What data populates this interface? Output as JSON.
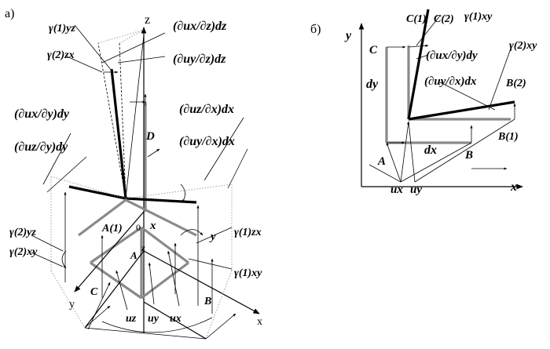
{
  "panel_a": {
    "tag": "а)",
    "labels": {
      "z_axis": "z",
      "x_axis": "x",
      "y_axis": "y",
      "x_small": "x",
      "y_small": "y",
      "z_small": "z",
      "origin": "0",
      "A": "A",
      "A1": "A(1)",
      "C": "C",
      "B": "B",
      "D": "D",
      "ux": "ux",
      "uy": "uy",
      "uz": "uz",
      "gamma1_yz": "γ(1)yz",
      "gamma2_zx": "γ(2)zx",
      "gamma2_yz": "γ(2)yz",
      "gamma2_xy": "γ(2)xy",
      "gamma1_zx": "γ(1)zx",
      "gamma1_xy": "γ(1)xy",
      "dux_dz": "(∂ux/∂z)dz",
      "duy_dz": "(∂uy/∂z)dz",
      "dux_dy": "(∂ux/∂y)dy",
      "duz_dy": "(∂uz/∂y)dy",
      "duz_dx": "(∂uz/∂x)dx",
      "duy_dx": "(∂uy/∂x)dx"
    }
  },
  "panel_b": {
    "tag": "б)",
    "labels": {
      "y_axis": "y",
      "x_axis": "x",
      "A": "A",
      "B": "B",
      "B1": "B(1)",
      "B2": "B(2)",
      "C": "C",
      "C1": "C(1)",
      "C2": "C(2)",
      "dx": "dx",
      "dy": "dy",
      "ux": "ux",
      "uy": "uy",
      "gamma1_xy": "γ(1)xy",
      "gamma2_xy": "γ(2)xy",
      "dux_dy": "(∂ux/∂y)dy",
      "duy_dx": "(∂uy/∂x)dx"
    }
  }
}
